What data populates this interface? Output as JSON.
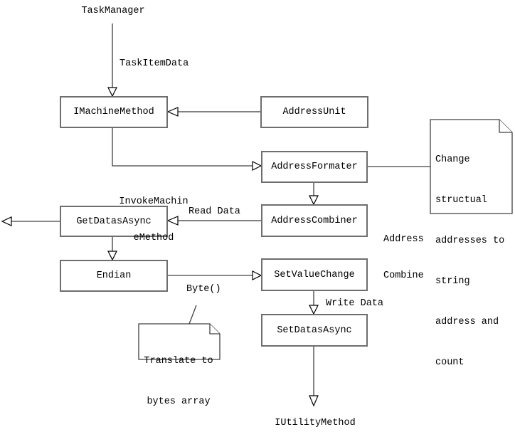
{
  "colors": {
    "line": "#808080",
    "line_dark": "#404040",
    "border": "#6e6e6e",
    "text": "#000000",
    "background": "#ffffff",
    "shape_fill": "#ffffff"
  },
  "nodes": {
    "task_manager": {
      "label": "TaskManager"
    },
    "imachine_method": {
      "label": "IMachineMethod"
    },
    "address_unit": {
      "label": "AddressUnit"
    },
    "address_formater": {
      "label": "AddressFormater"
    },
    "address_combiner": {
      "label": "AddressCombiner"
    },
    "get_datas_async": {
      "label": "GetDatasAsync"
    },
    "endian": {
      "label": "Endian"
    },
    "set_value_change": {
      "label": "SetValueChange"
    },
    "set_datas_async": {
      "label": "SetDatasAsync"
    },
    "iutility_method": {
      "label": "IUtilityMethod"
    }
  },
  "edge_labels": {
    "task_item_data": "TaskItemData",
    "invoke_machine_line1": "InvokeMachin",
    "invoke_machine_line2": "eMethod",
    "read_data": "Read Data",
    "address_combine_line1": "Address",
    "address_combine_line2": "Combine",
    "byte": "Byte()",
    "write_data": "Write Data"
  },
  "notes": {
    "change_structural": {
      "line1": "Change",
      "line2": "structual",
      "line3": "addresses to",
      "line4": "string",
      "line5": "address and",
      "line6": "count"
    },
    "translate_bytes": {
      "line1": "Translate to",
      "line2": "bytes array"
    }
  }
}
